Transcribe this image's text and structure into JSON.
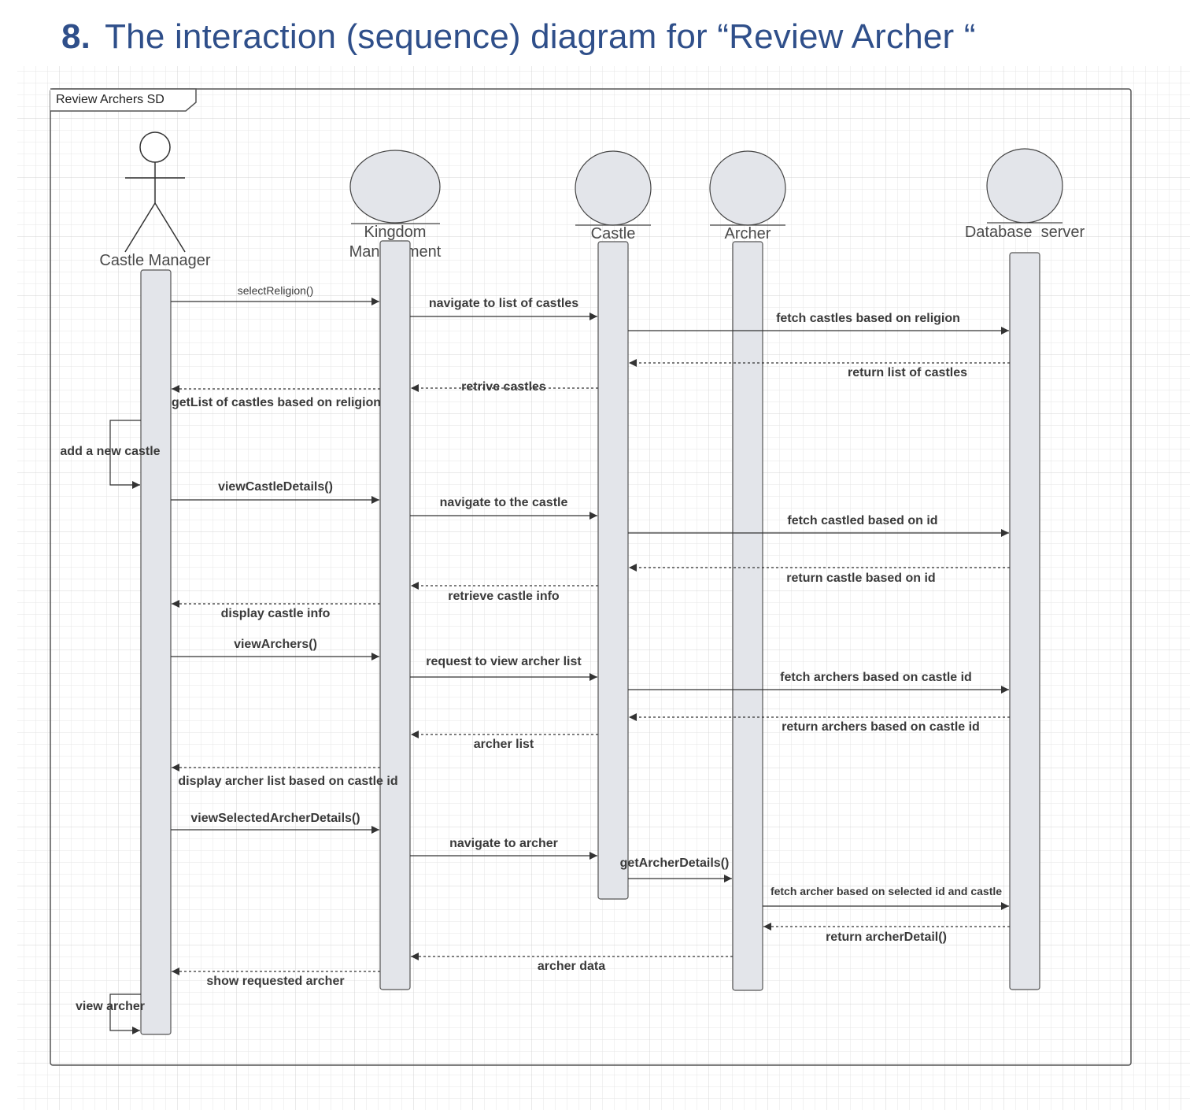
{
  "heading": {
    "number": "8.",
    "title": "The interaction (sequence) diagram for “Review Archer “"
  },
  "frame": {
    "title": "Review Archers SD"
  },
  "participants": [
    {
      "id": "castle-manager",
      "label": "Castle Manager",
      "kind": "actor"
    },
    {
      "id": "kingdom-management",
      "label_line1": "Kingdom",
      "label_line2": "Management",
      "kind": "entity"
    },
    {
      "id": "castle",
      "label": "Castle",
      "kind": "entity"
    },
    {
      "id": "archer",
      "label": "Archer",
      "kind": "entity"
    },
    {
      "id": "database-server",
      "label": "Database  server",
      "kind": "entity"
    }
  ],
  "messages": [
    {
      "label": "selectReligion()",
      "from": "castle-manager",
      "to": "kingdom-management",
      "type": "sync"
    },
    {
      "label": "navigate to list of castles",
      "from": "kingdom-management",
      "to": "castle",
      "type": "sync"
    },
    {
      "label": "fetch castles based on religion",
      "from": "castle",
      "to": "database-server",
      "type": "sync"
    },
    {
      "label": "return list of castles",
      "from": "database-server",
      "to": "castle",
      "type": "return"
    },
    {
      "label": "retrive castles",
      "from": "castle",
      "to": "kingdom-management",
      "type": "return"
    },
    {
      "label": "getList of castles based on religion",
      "from": "kingdom-management",
      "to": "castle-manager",
      "type": "return"
    },
    {
      "label": "add a new castle",
      "from": "castle-manager",
      "to": "castle-manager",
      "type": "self"
    },
    {
      "label": "viewCastleDetails()",
      "from": "castle-manager",
      "to": "kingdom-management",
      "type": "sync"
    },
    {
      "label": "navigate to the castle",
      "from": "kingdom-management",
      "to": "castle",
      "type": "sync"
    },
    {
      "label": "fetch castled based on id",
      "from": "castle",
      "to": "database-server",
      "type": "sync"
    },
    {
      "label": "return castle based on id",
      "from": "database-server",
      "to": "castle",
      "type": "return"
    },
    {
      "label": "retrieve castle info",
      "from": "castle",
      "to": "kingdom-management",
      "type": "return"
    },
    {
      "label": "display castle info",
      "from": "kingdom-management",
      "to": "castle-manager",
      "type": "return"
    },
    {
      "label": "viewArchers()",
      "from": "castle-manager",
      "to": "kingdom-management",
      "type": "sync"
    },
    {
      "label": "request to view archer list",
      "from": "kingdom-management",
      "to": "castle",
      "type": "sync"
    },
    {
      "label": "fetch archers based on castle id",
      "from": "castle",
      "to": "database-server",
      "type": "sync"
    },
    {
      "label": "return archers based on castle id",
      "from": "database-server",
      "to": "castle",
      "type": "return"
    },
    {
      "label": "archer list",
      "from": "castle",
      "to": "kingdom-management",
      "type": "return"
    },
    {
      "label": "display archer list based on castle id",
      "from": "kingdom-management",
      "to": "castle-manager",
      "type": "return"
    },
    {
      "label": "viewSelectedArcherDetails()",
      "from": "castle-manager",
      "to": "kingdom-management",
      "type": "sync"
    },
    {
      "label": "navigate to archer",
      "from": "kingdom-management",
      "to": "castle",
      "type": "sync"
    },
    {
      "label": "getArcherDetails()",
      "from": "castle",
      "to": "archer",
      "type": "sync"
    },
    {
      "label": "fetch archer based on selected id and castle",
      "from": "archer",
      "to": "database-server",
      "type": "sync"
    },
    {
      "label": "return archerDetail()",
      "from": "database-server",
      "to": "archer",
      "type": "return"
    },
    {
      "label": "archer data",
      "from": "archer",
      "to": "kingdom-management",
      "type": "return"
    },
    {
      "label": "show requested archer",
      "from": "kingdom-management",
      "to": "castle-manager",
      "type": "return"
    },
    {
      "label": "view archer",
      "from": "castle-manager",
      "to": "castle-manager",
      "type": "self"
    }
  ]
}
